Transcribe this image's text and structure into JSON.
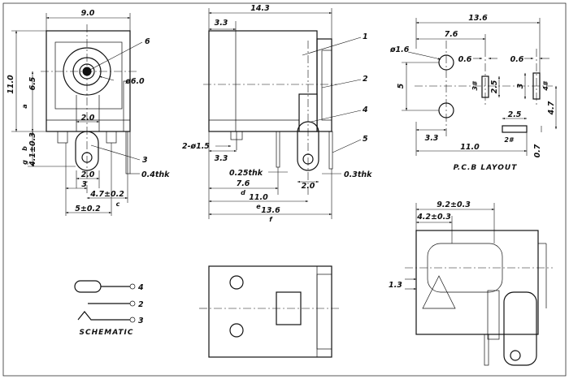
{
  "front_view": {
    "width_dim": "9.0",
    "height_dim": "11.0",
    "height_marker": "a",
    "offset_dim": "6.5",
    "offset_marker": "b",
    "pin_offset_dim": "4.1±0.3",
    "pin_offset_marker": "g",
    "pin_spacing_dim": "2.0",
    "pin_gap_dim": "2.0",
    "half_dim": "3",
    "pin_pitch_dim": "4.7±0.2",
    "pin_pitch_marker": "c",
    "total_pitch_dim": "5±0.2",
    "diameter_dim": "ø6.0",
    "thickness_dim": "0.4thk",
    "callout_6": "6",
    "callout_3": "3"
  },
  "side_view": {
    "length_dim": "14.3",
    "front_dim": "3.3",
    "hole_dim": "2-ø1.5",
    "hole_offset_dim": "3.3",
    "pin_thickness_dim": "0.25thk",
    "pin_thickness2_dim": "0.3thk",
    "dim_d": "7.6",
    "dim_d_marker": "d",
    "pin_gap_dim": "2.0",
    "dim_e": "11.0",
    "dim_e_marker": "e",
    "dim_f": "13.6",
    "dim_f_marker": "f",
    "callouts": [
      "1",
      "2",
      "4",
      "5"
    ]
  },
  "pcb_layout": {
    "title": "P.C.B LAYOUT",
    "width_dim": "13.6",
    "offset_dim": "7.6",
    "hole_dim": "ø1.6",
    "slot_width_a": "0.6",
    "slot_width_b": "0.6",
    "vertical_dim": "5",
    "slot_height_a": "2.5",
    "slot_height_b": "3",
    "slot_label_3": "3#",
    "slot_label_4": "4#",
    "right_dim": "4.7",
    "bottom_left_dim": "3.3",
    "slot2_width": "2.5",
    "slot2_label": "2#",
    "total_dim": "11.0",
    "slot2_height": "0.7"
  },
  "bottom_view": {
    "dim_a": "9.2±0.3",
    "dim_b": "4.2±0.3",
    "dim_c": "1.3"
  },
  "schematic": {
    "title": "SCHEMATIC",
    "pin_4": "4",
    "pin_2": "2",
    "pin_3": "3"
  }
}
